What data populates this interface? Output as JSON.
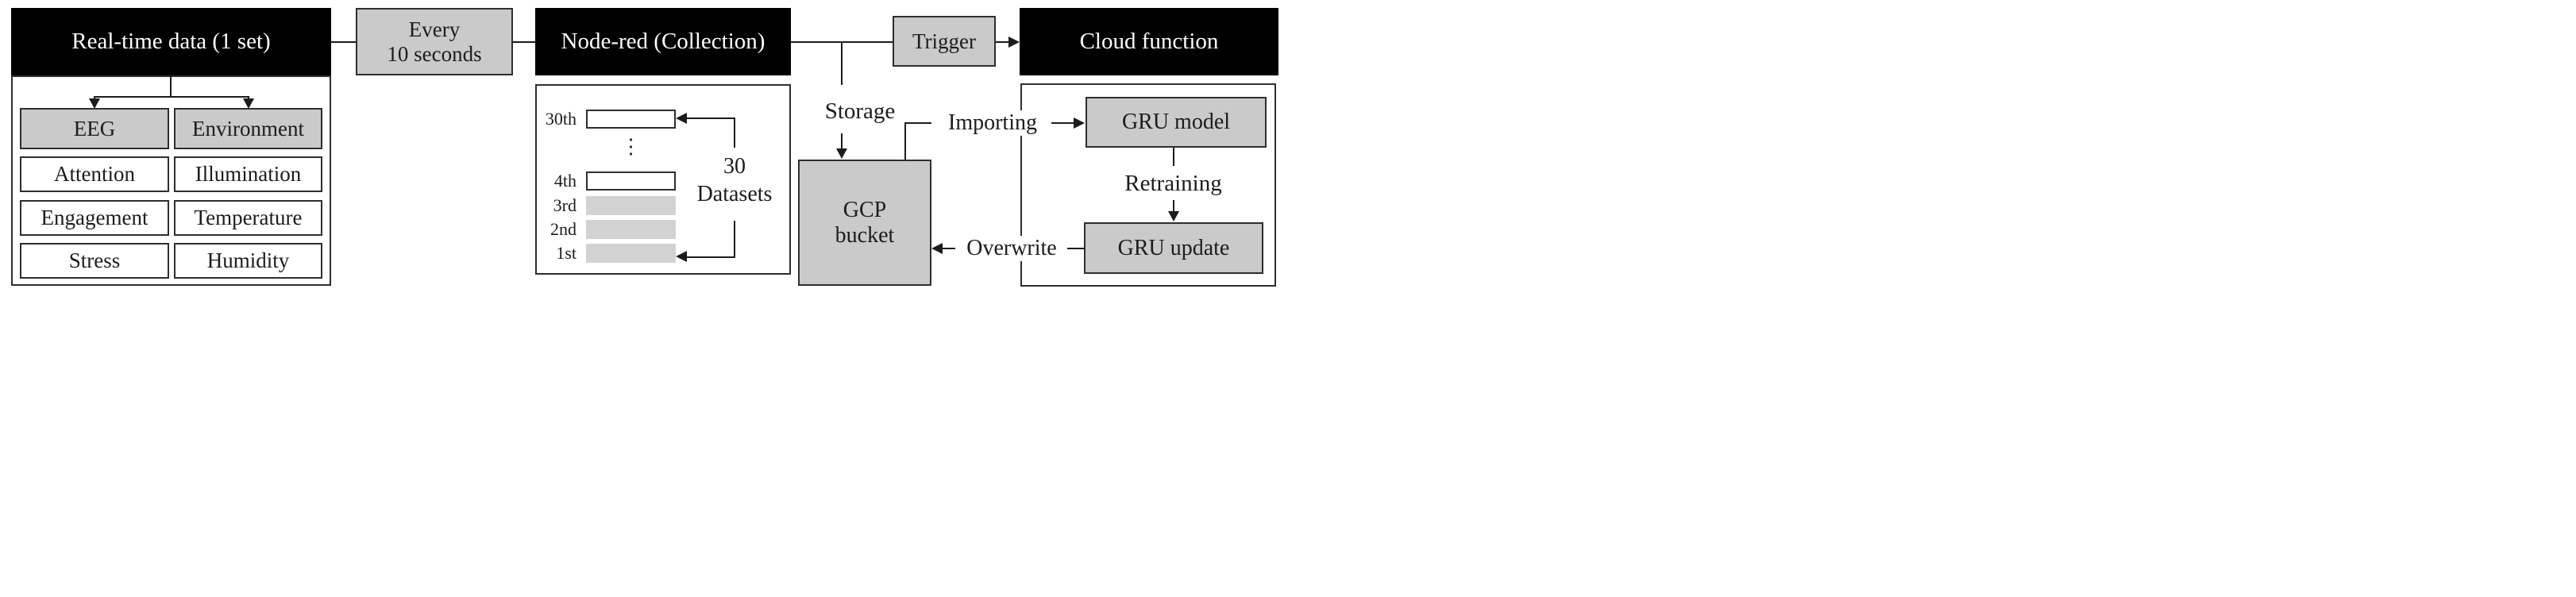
{
  "colors": {
    "black_header": "#000000",
    "gray_fill": "#cacaca",
    "bar_gray": "#d2d2d2",
    "line": "#1c1c1c",
    "background": "#ffffff"
  },
  "realtime": {
    "title": "Real-time data (1 set)",
    "columns": [
      {
        "header": "EEG",
        "items": [
          "Attention",
          "Engagement",
          "Stress"
        ]
      },
      {
        "header": "Environment",
        "items": [
          "Illumination",
          "Temperature",
          "Humidity"
        ]
      }
    ]
  },
  "every": {
    "line1": "Every",
    "line2": "10 seconds"
  },
  "nodered": {
    "title": "Node-red (Collection)",
    "rows": [
      {
        "label": "30th",
        "style": "outlined"
      },
      {
        "label": "⋮",
        "style": "dots"
      },
      {
        "label": "4th",
        "style": "outlined"
      },
      {
        "label": "3rd",
        "style": "filled"
      },
      {
        "label": "2nd",
        "style": "filled"
      },
      {
        "label": "1st",
        "style": "filled"
      }
    ],
    "datasets_note": {
      "line1": "30",
      "line2": "Datasets"
    }
  },
  "storage_label": "Storage",
  "gcp": {
    "line1": "GCP",
    "line2": "bucket"
  },
  "trigger_label": "Trigger",
  "importing_label": "Importing",
  "overwrite_label": "Overwrite",
  "cloud": {
    "title": "Cloud function",
    "gru_model": "GRU model",
    "retraining": "Retraining",
    "gru_update": "GRU update"
  }
}
